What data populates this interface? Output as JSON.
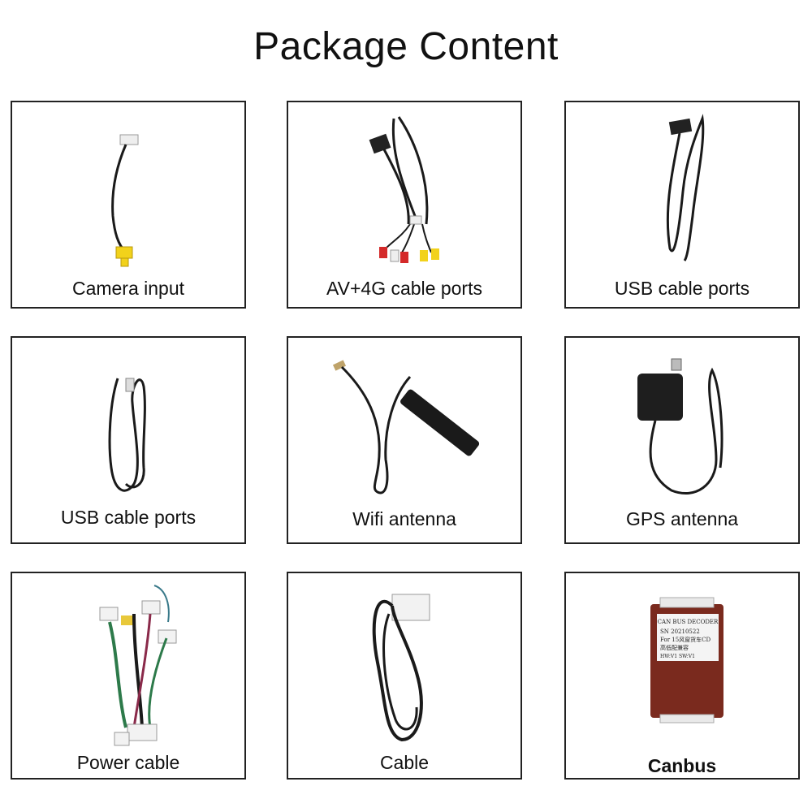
{
  "page": {
    "title": "Package Content"
  },
  "items": [
    {
      "label": "Camera input",
      "icon": "rca-camera-cable-icon"
    },
    {
      "label": "AV+4G cable ports",
      "icon": "av-harness-icon"
    },
    {
      "label": "USB cable ports",
      "icon": "usb-cable-icon"
    },
    {
      "label": "USB cable ports",
      "icon": "usb-cable-icon"
    },
    {
      "label": "Wifi antenna",
      "icon": "wifi-antenna-icon"
    },
    {
      "label": "GPS antenna",
      "icon": "gps-antenna-icon"
    },
    {
      "label": "Power cable",
      "icon": "power-harness-icon"
    },
    {
      "label": "Cable",
      "icon": "cable-icon"
    },
    {
      "label": "Canbus",
      "icon": "canbus-decoder-icon"
    }
  ],
  "canbus": {
    "line1": "CAN BUS DECODER",
    "line2": "SN  20210522",
    "line3": "For  15风窗货车CD",
    "line4": "高低配兼容",
    "line5": "HW:V1        SW:V1"
  },
  "colors": {
    "border": "#222222",
    "cable": "#1a1a1a",
    "yellow": "#f2d21b",
    "red": "#d42a2a",
    "device": "#7a2a1e"
  }
}
